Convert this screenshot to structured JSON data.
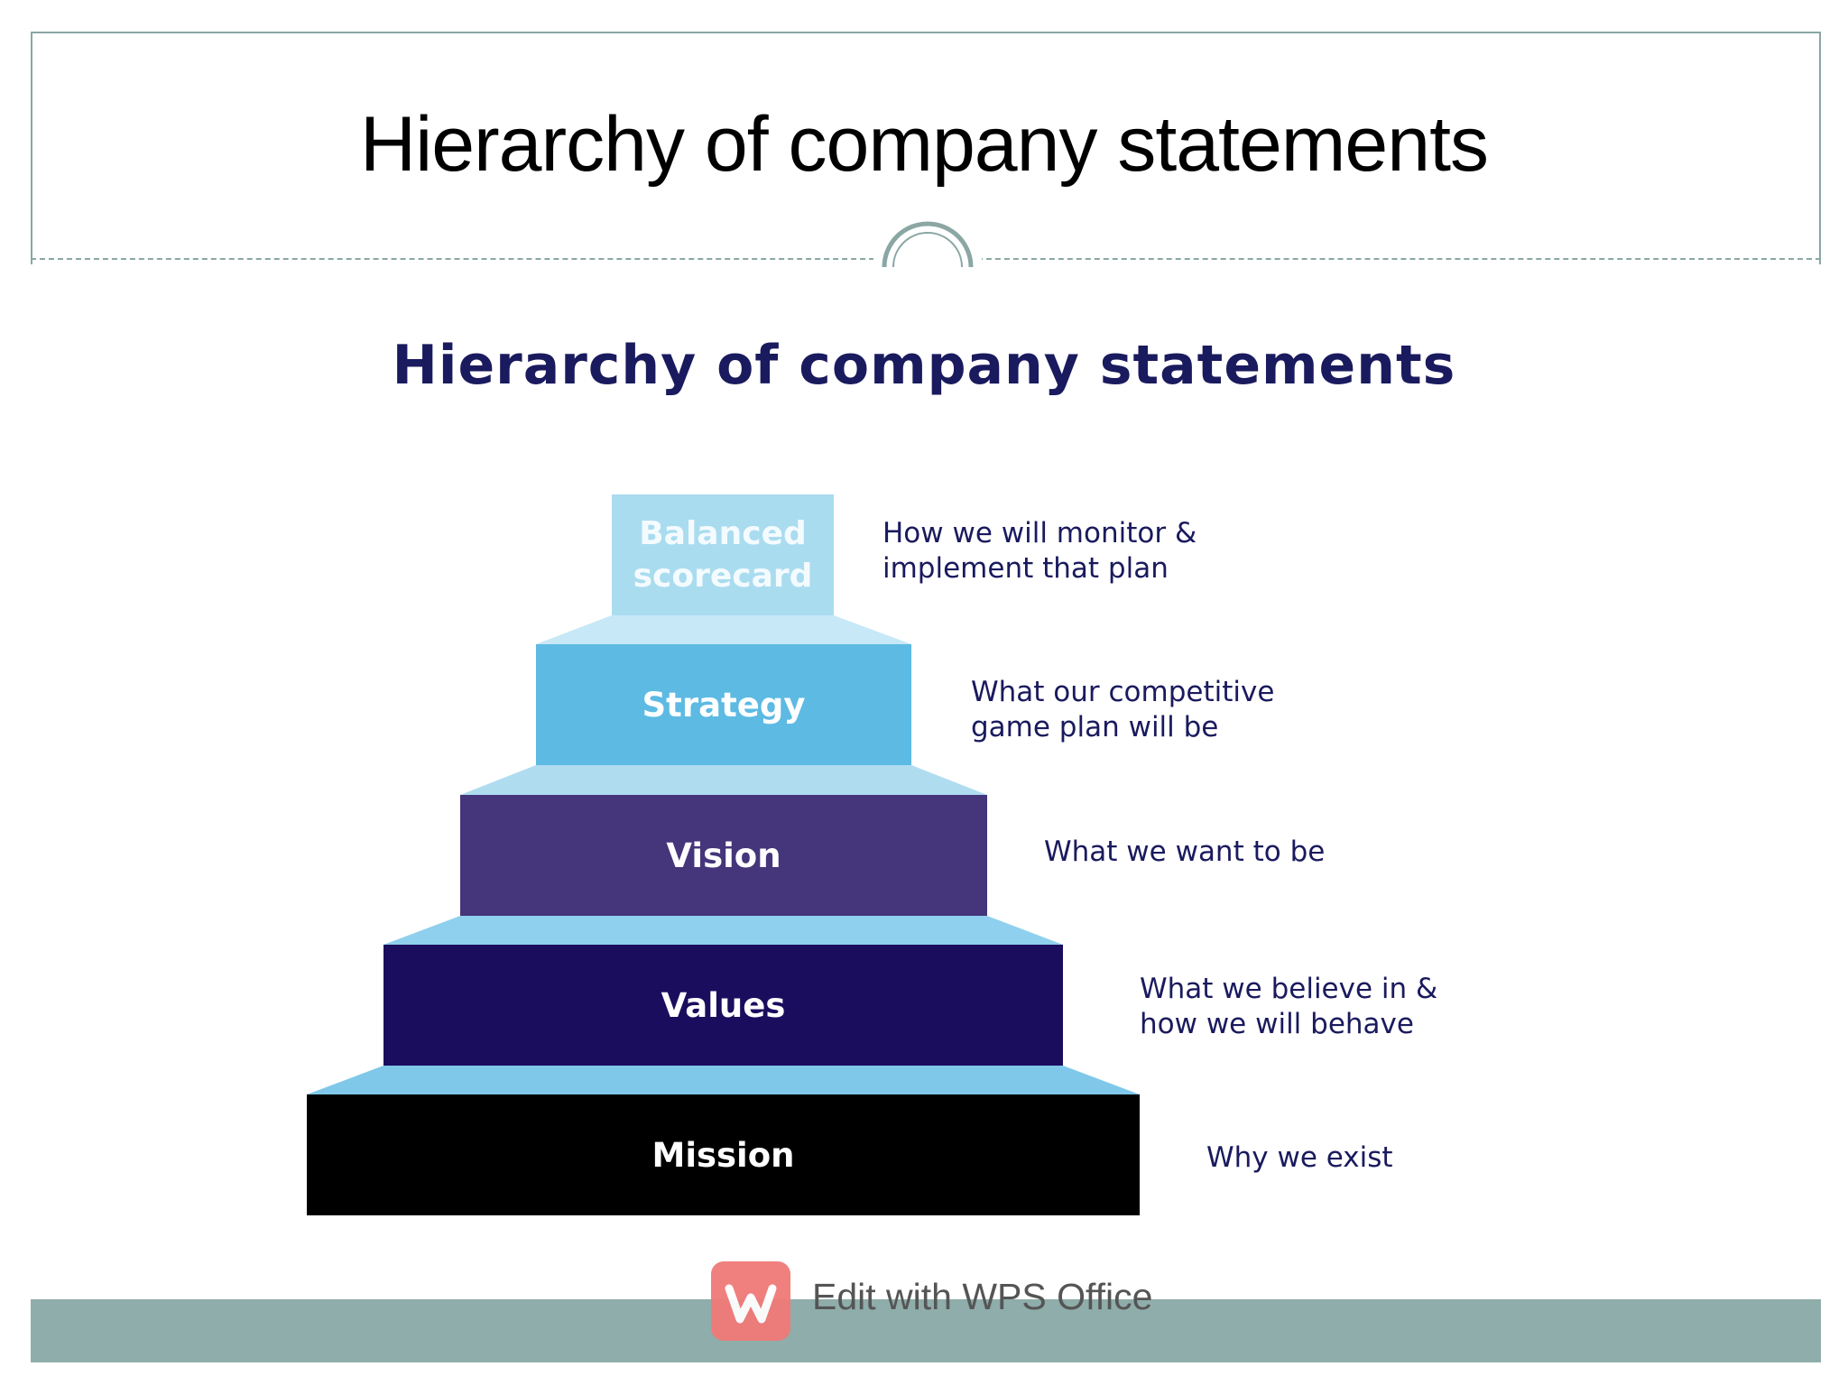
{
  "slide": {
    "title": "Hierarchy of company statements"
  },
  "diagram": {
    "title": "Hierarchy of company statements",
    "levels": [
      {
        "label_lines": [
          "Balanced",
          "scorecard"
        ],
        "description_lines": [
          "How we will monitor &",
          "implement that plan"
        ],
        "fill": "#aadcef",
        "text_color": "#f4fbff"
      },
      {
        "label_lines": [
          "Strategy"
        ],
        "description_lines": [
          "What our competitive",
          "game plan will be"
        ],
        "fill": "#5dbae3",
        "text_color": "#ffffff"
      },
      {
        "label_lines": [
          "Vision"
        ],
        "description_lines": [
          "What we want to be"
        ],
        "fill": "#45357b",
        "text_color": "#ffffff"
      },
      {
        "label_lines": [
          "Values"
        ],
        "description_lines": [
          "What we believe in &",
          "how we will behave"
        ],
        "fill": "#1b0d5e",
        "text_color": "#ffffff"
      },
      {
        "label_lines": [
          "Mission"
        ],
        "description_lines": [
          "Why we exist"
        ],
        "fill": "#000000",
        "text_color": "#ffffff"
      }
    ],
    "connector_colors": [
      "#c7e8f6",
      "#b0dcf0",
      "#8fd0ee",
      "#7fc8ea"
    ]
  },
  "watermark": {
    "text": "Edit with WPS Office",
    "logo_icon": "wps-logo-icon"
  },
  "colors": {
    "frame": "#8aa7a4",
    "footer": "#8fadaa",
    "diagram_title": "#1a1a5e"
  }
}
